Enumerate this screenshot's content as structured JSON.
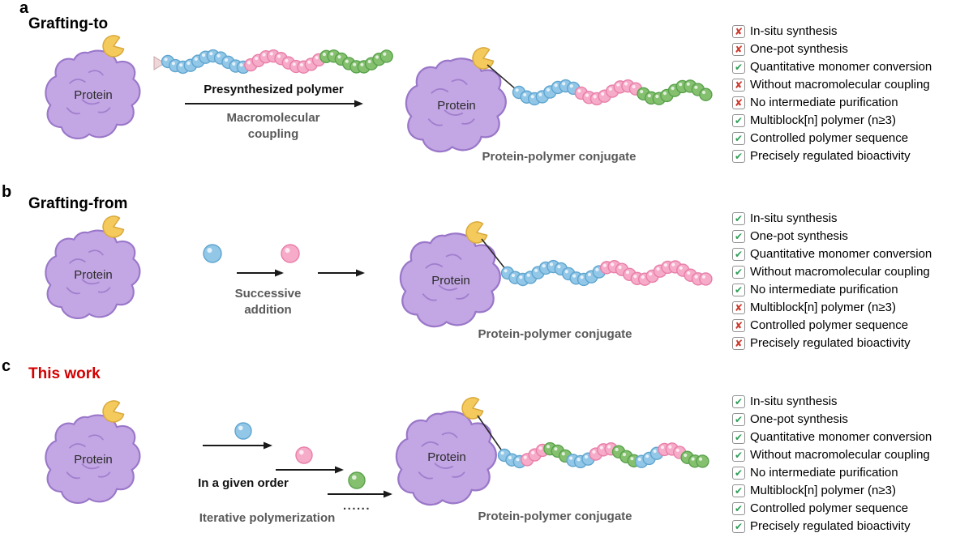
{
  "figure": {
    "background": "#ffffff"
  },
  "colors": {
    "protein_fill": "#c3a6e4",
    "protein_stroke": "#9a77c9",
    "pacman_fill": "#f4ca5c",
    "check_green": "#2f9e57",
    "cross_red": "#cf3a2e",
    "caption_gray": "#595959",
    "this_work_red": "#d40000",
    "beads": {
      "blue": {
        "fill": "#92c7e8",
        "stroke": "#5fa5cf"
      },
      "pink": {
        "fill": "#f6abc8",
        "stroke": "#e87fa9"
      },
      "green": {
        "fill": "#85c06f",
        "stroke": "#59a24c"
      }
    }
  },
  "panels": [
    {
      "label": "a",
      "title": "Grafting-to",
      "protein_label": "Protein",
      "step_label_top": "Presynthesized polymer",
      "step_label_bottom": "Macromolecular coupling",
      "conjugate_label": "Protein-polymer conjugate",
      "checklist": [
        {
          "label": "In-situ synthesis",
          "state": "cross"
        },
        {
          "label": "One-pot synthesis",
          "state": "cross"
        },
        {
          "label": "Quantitative monomer conversion",
          "state": "check"
        },
        {
          "label": "Without macromolecular coupling",
          "state": "cross"
        },
        {
          "label": "No intermediate purification",
          "state": "cross"
        },
        {
          "label": "Multiblock[n] polymer (n≥3)",
          "state": "check"
        },
        {
          "label": "Controlled polymer sequence",
          "state": "check"
        },
        {
          "label": "Precisely regulated bioactivity",
          "state": "check"
        }
      ]
    },
    {
      "label": "b",
      "title": "Grafting-from",
      "protein_label": "Protein",
      "step_label": "Successive addition",
      "conjugate_label": "Protein-polymer conjugate",
      "checklist": [
        {
          "label": "In-situ synthesis",
          "state": "check"
        },
        {
          "label": "One-pot synthesis",
          "state": "check"
        },
        {
          "label": "Quantitative monomer conversion",
          "state": "check"
        },
        {
          "label": "Without macromolecular coupling",
          "state": "check"
        },
        {
          "label": "No intermediate purification",
          "state": "check"
        },
        {
          "label": "Multiblock[n] polymer (n≥3)",
          "state": "cross"
        },
        {
          "label": "Controlled polymer sequence",
          "state": "cross"
        },
        {
          "label": "Precisely regulated bioactivity",
          "state": "cross"
        }
      ]
    },
    {
      "label": "c",
      "title": "This work",
      "protein_label": "Protein",
      "order_label": "In a given order",
      "dots": "......",
      "process_label": "Iterative polymerization",
      "conjugate_label": "Protein-polymer conjugate",
      "checklist": [
        {
          "label": "In-situ synthesis",
          "state": "check"
        },
        {
          "label": "One-pot synthesis",
          "state": "check"
        },
        {
          "label": "Quantitative monomer conversion",
          "state": "check"
        },
        {
          "label": "Without macromolecular coupling",
          "state": "check"
        },
        {
          "label": "No intermediate purification",
          "state": "check"
        },
        {
          "label": "Multiblock[n] polymer (n≥3)",
          "state": "check"
        },
        {
          "label": "Controlled polymer sequence",
          "state": "check"
        },
        {
          "label": "Precisely regulated bioactivity",
          "state": "check"
        }
      ]
    }
  ]
}
